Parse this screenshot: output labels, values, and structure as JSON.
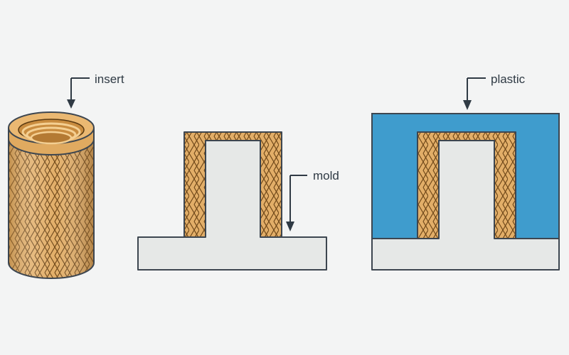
{
  "labels": {
    "insert": "insert",
    "mold": "mold",
    "plastic": "plastic"
  },
  "colors": {
    "background": "#f3f4f4",
    "brass_light": "#ecbc76",
    "brass_mid": "#d9a055",
    "brass_dark": "#b87d35",
    "knurl_line": "#6b4416",
    "mold_gray": "#e6e8e7",
    "plastic_blue": "#3f9ccd",
    "outline": "#3d4650",
    "text": "#2f3a44"
  },
  "icons": {
    "arrow": "down-arrow-icon"
  }
}
